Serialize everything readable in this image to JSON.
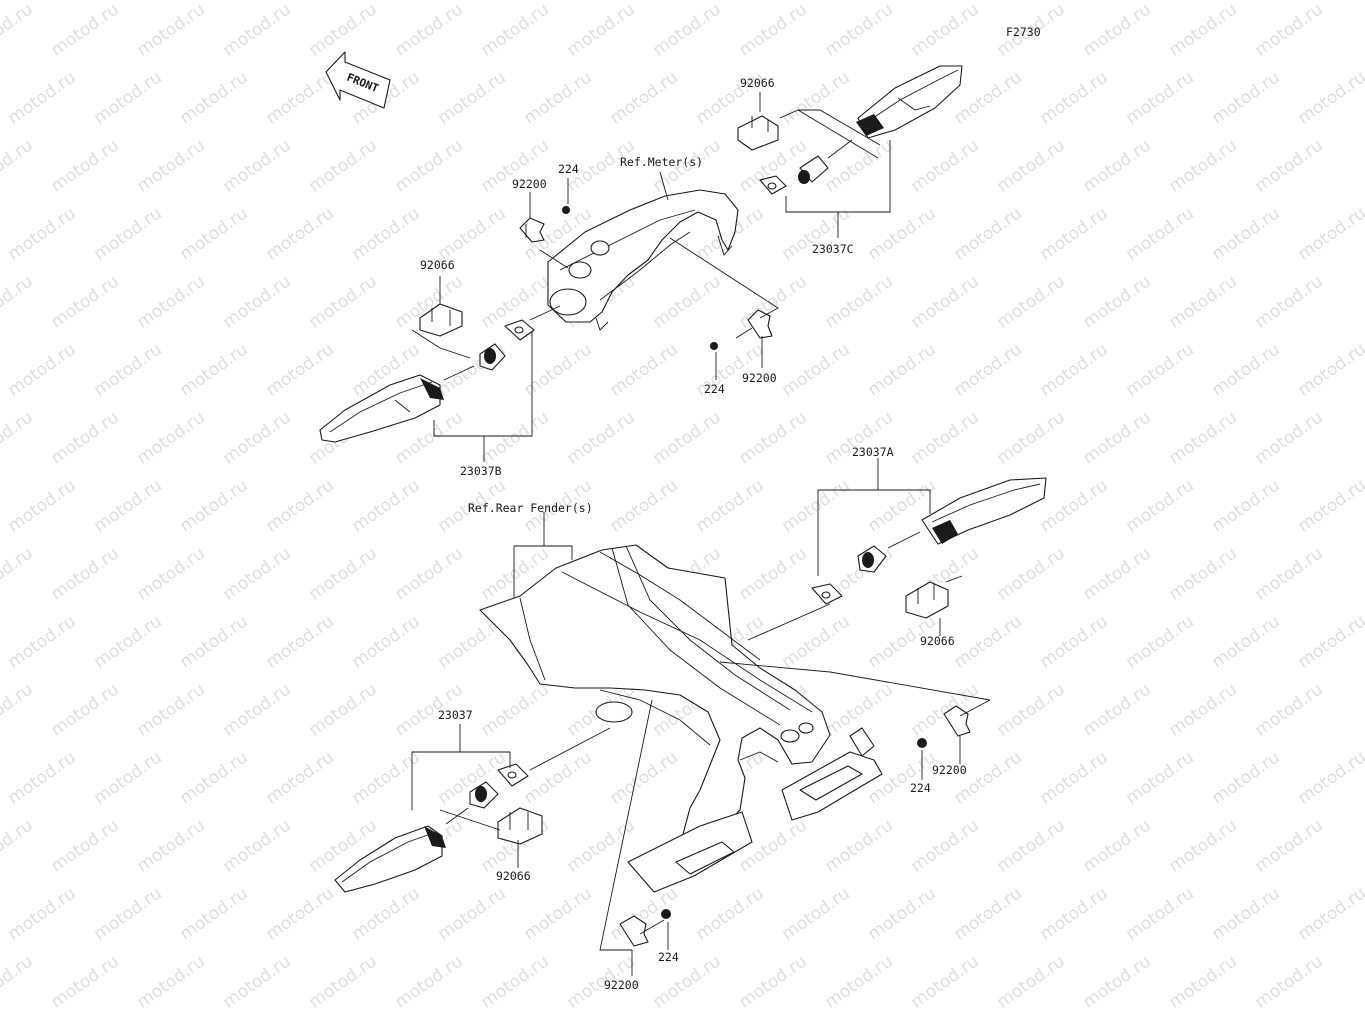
{
  "diagram": {
    "code": "F2730",
    "front_label": "FRONT",
    "ref_meter": "Ref.Meter(s)",
    "ref_rear_fender": "Ref.Rear Fender(s)",
    "parts": {
      "p92066_a": "92066",
      "p92066_b": "92066",
      "p92066_c": "92066",
      "p92066_d": "92066",
      "p92200_a": "92200",
      "p92200_b": "92200",
      "p92200_c": "92200",
      "p92200_d": "92200",
      "p224_a": "224",
      "p224_b": "224",
      "p224_c": "224",
      "p224_d": "224",
      "p23037": "23037",
      "p23037a": "23037A",
      "p23037b": "23037B",
      "p23037c": "23037C"
    },
    "watermark": "motod.ru"
  }
}
